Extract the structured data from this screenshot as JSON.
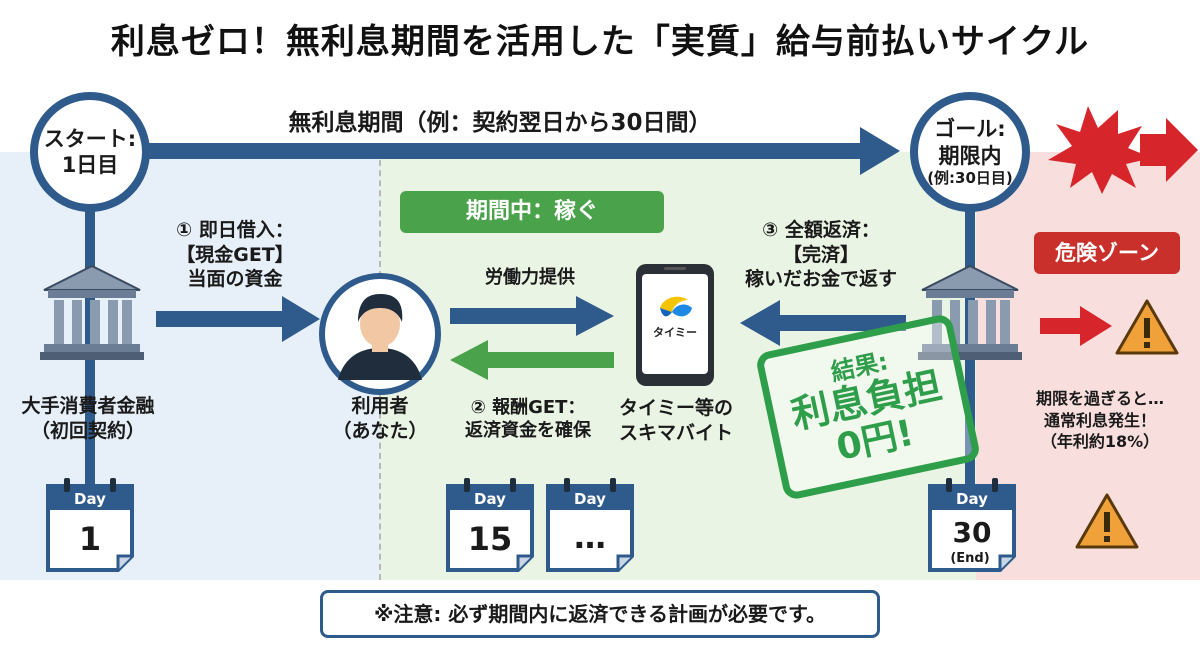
{
  "title": "利息ゼロ！無利息期間を活用した「実質」給与前払いサイクル",
  "timeline": {
    "label": "無利息期間（例：契約翌日から30日間）",
    "start": {
      "line1": "スタート:",
      "line2": "1日目"
    },
    "goal": {
      "line1": "ゴール:",
      "line2": "期限内",
      "line3": "(例:30日目)"
    }
  },
  "zones": {
    "period_label": "期間中：稼ぐ",
    "danger_label": "危険ゾーン"
  },
  "lender": {
    "line1": "大手消費者金融",
    "line2": "（初回契約）"
  },
  "user": {
    "line1": "利用者",
    "line2": "（あなた）"
  },
  "app": {
    "logo_text": "タイミー",
    "line1": "タイミー等の",
    "line2": "スキマバイト"
  },
  "steps": {
    "step1": {
      "line1": "① 即日借入：",
      "line2": "【現金GET】",
      "line3": "当面の資金"
    },
    "labor": "労働力提供",
    "step2": {
      "line1": "② 報酬GET：",
      "line2": "返済資金を確保"
    },
    "step3": {
      "line1": "③ 全額返済：",
      "line2": "【完済】",
      "line3": "稼いだお金で返す"
    }
  },
  "result_stamp": {
    "line1": "結果:",
    "line2": "利息負担",
    "line3": "0円!"
  },
  "warning": {
    "line1": "期限を過ぎると…",
    "line2": "通常利息発生！",
    "line3": "（年利約18%）"
  },
  "calendars": [
    {
      "label": "Day",
      "value": "1",
      "sub": ""
    },
    {
      "label": "Day",
      "value": "15",
      "sub": ""
    },
    {
      "label": "Day",
      "value": "…",
      "sub": ""
    },
    {
      "label": "Day",
      "value": "30",
      "sub": "(End)"
    }
  ],
  "note": "※注意: 必ず期間内に返済できる計画が必要です。",
  "colors": {
    "primary": "#2f5a8c",
    "green": "#4aa24a",
    "red": "#c9302c",
    "blue_zone": "#e7eff9",
    "green_zone": "#eaf4e4",
    "red_zone": "#f9dede",
    "warning": "#f0a13a"
  }
}
